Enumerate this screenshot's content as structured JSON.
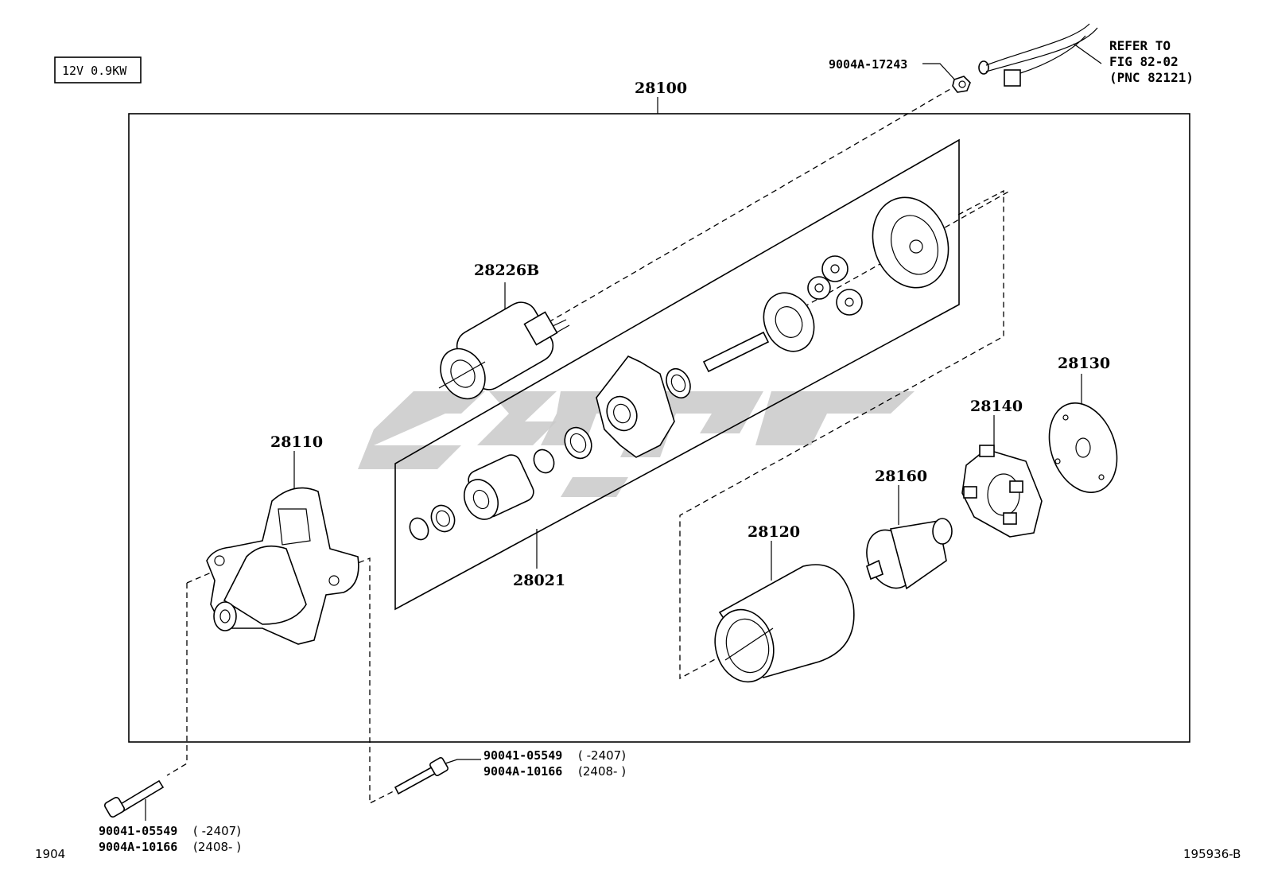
{
  "spec_label": "12V 0.9KW",
  "assembly_label": "28100",
  "parts": {
    "solenoid": "28226B",
    "kit": "28021",
    "housing": "28110",
    "yoke": "28120",
    "end_frame": "28130",
    "brush_holder": "28140",
    "armature": "28160"
  },
  "nut_label": "9004A-17243",
  "refer": {
    "line1": "REFER TO",
    "line2": "FIG 82-02",
    "line3": "(PNC 82121)"
  },
  "bolt_right": {
    "part1": "90041-05549",
    "range1": "(      -2407)",
    "part2": "9004A-10166",
    "range2": "(2408-      )"
  },
  "bolt_left": {
    "part1": "90041-05549",
    "range1": "(      -2407)",
    "part2": "9004A-10166",
    "range2": "(2408-      )"
  },
  "footer_left": "1904",
  "footer_right": "195936-B"
}
